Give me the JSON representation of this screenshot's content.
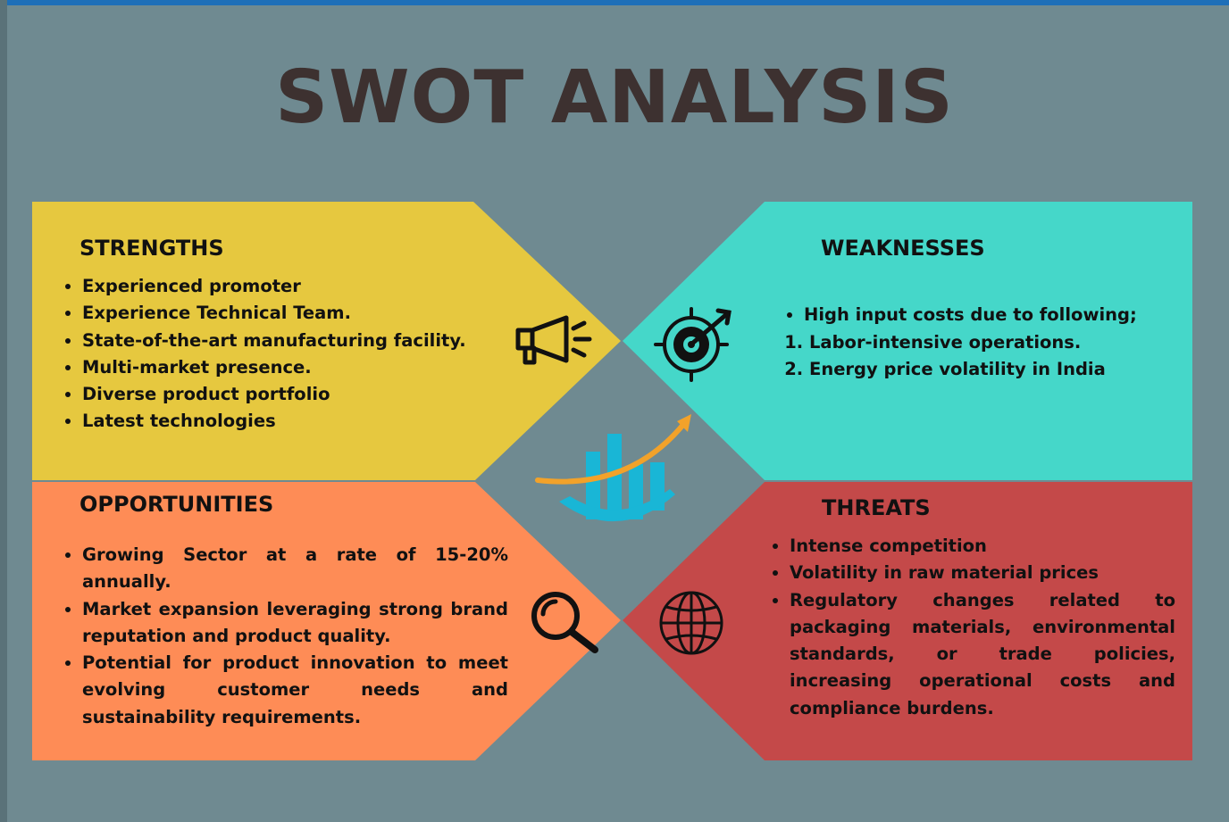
{
  "title": "SWOT ANALYSIS",
  "colors": {
    "background": "#6f8a91",
    "strengths": "#e6c83f",
    "weaknesses": "#45d7c9",
    "opportunities": "#fe8c56",
    "threats": "#c44949",
    "title": "#3d3130"
  },
  "strengths": {
    "heading": "STRENGTHS",
    "items": [
      "Experienced promoter",
      "Experience Technical Team.",
      "State-of-the-art manufacturing facility.",
      "Multi-market presence.",
      "Diverse product portfolio",
      "Latest technologies"
    ],
    "icon": "megaphone-icon"
  },
  "weaknesses": {
    "heading": "WEAKNESSES",
    "bullet": "High input costs due to following;",
    "sub_items": [
      "Labor-intensive operations.",
      "Energy price volatility in India"
    ],
    "icon": "target-icon"
  },
  "opportunities": {
    "heading": "OPPORTUNITIES",
    "items": [
      "Growing Sector at a rate of 15-20% annually.",
      "Market expansion leveraging strong brand reputation and product quality.",
      "Potential for product innovation to meet evolving customer needs and sustainability requirements."
    ],
    "icon": "magnifier-icon"
  },
  "threats": {
    "heading": "THREATS",
    "items": [
      "Intense competition",
      "Volatility in raw material prices",
      "Regulatory changes related to packaging materials, environmental standards, or trade policies, increasing operational costs and compliance burdens."
    ],
    "icon": "globe-icon"
  },
  "center_icon": "growth-chart-icon"
}
